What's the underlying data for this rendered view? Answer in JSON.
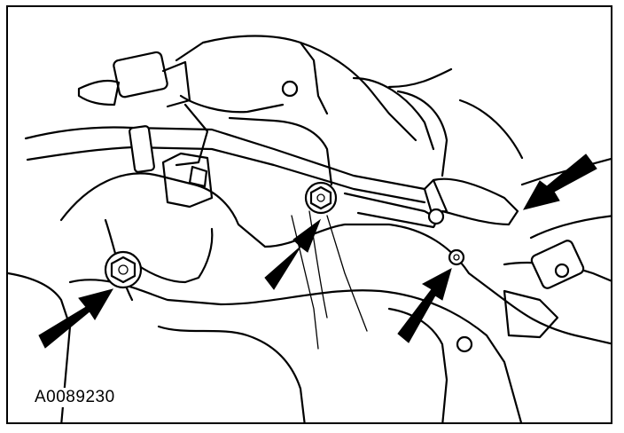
{
  "figure": {
    "id_label": "A0089230"
  },
  "callouts": [
    {
      "points_to": "left-lower-bolt"
    },
    {
      "points_to": "center-bolt"
    },
    {
      "points_to": "small-nut"
    },
    {
      "points_to": "cable-end"
    }
  ],
  "colors": {
    "line": "#000000",
    "background": "#ffffff"
  }
}
